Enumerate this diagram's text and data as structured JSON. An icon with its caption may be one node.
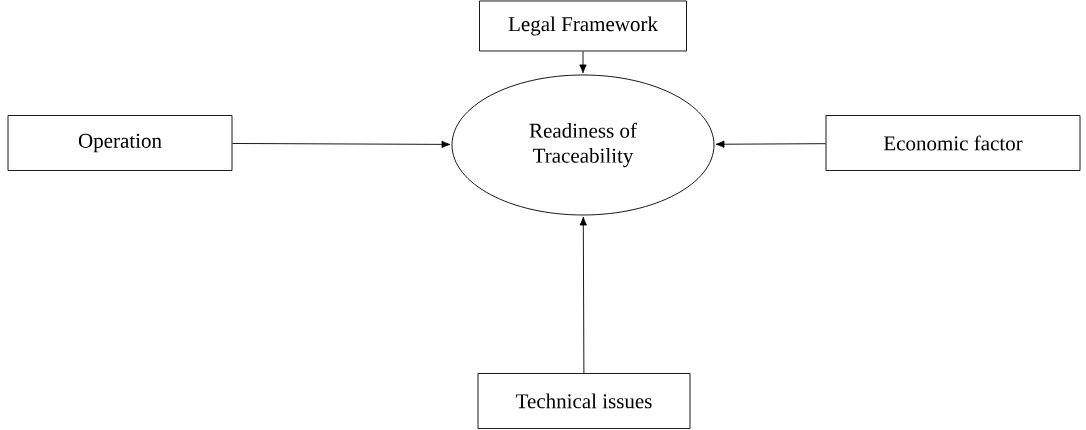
{
  "diagram": {
    "nodes": [
      {
        "text": [
          "Legal Framework"
        ]
      },
      {
        "text": [
          "Operation"
        ]
      },
      {
        "text": [
          "Readiness of Traceability"
        ]
      },
      {
        "text": [
          "Economic factor"
        ]
      },
      {
        "text": [
          "Technical issues"
        ]
      }
    ],
    "edges": [
      {
        "from": 0,
        "to": 2,
        "arrow": "to"
      },
      {
        "from": 1,
        "to": 2,
        "arrow": "to"
      },
      {
        "from": 3,
        "to": 2,
        "arrow": "to"
      },
      {
        "from": 4,
        "to": 2,
        "arrow": "to"
      }
    ]
  }
}
